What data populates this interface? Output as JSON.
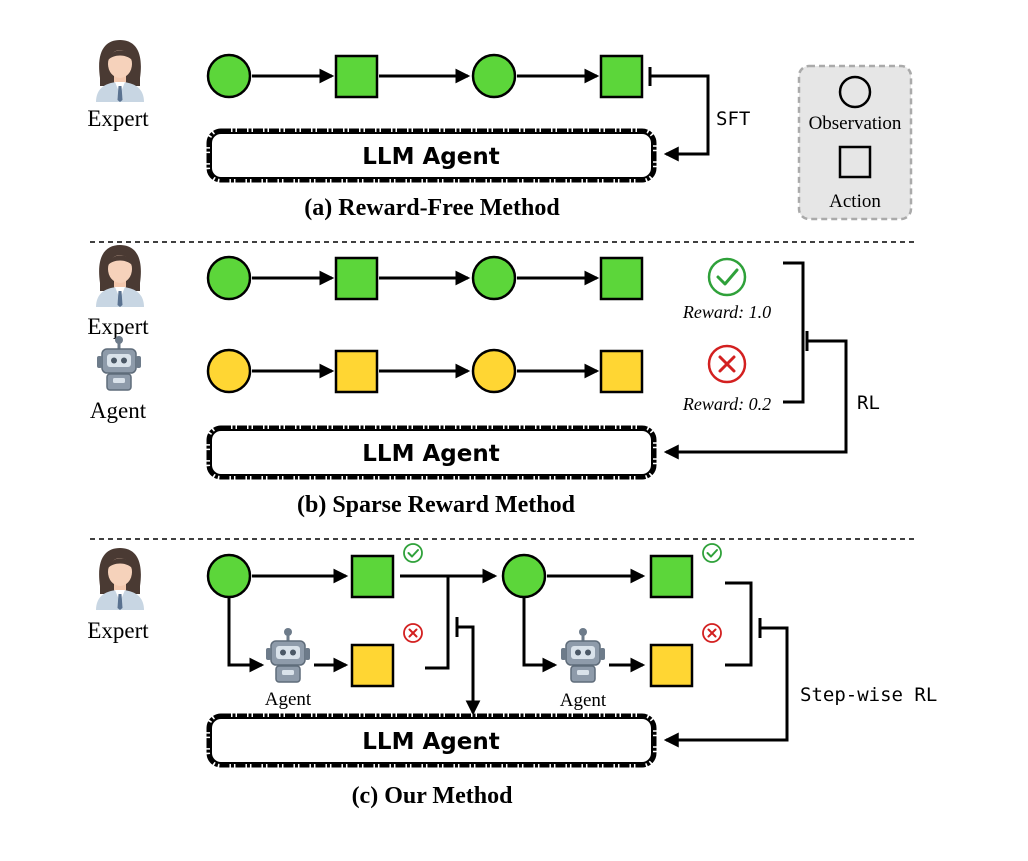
{
  "colors": {
    "green": "#5cd63a",
    "yellow": "#ffd633",
    "ok": "#2fa13a",
    "bad": "#d32020",
    "stroke": "#000000",
    "legend_bg": "#e6e6e6"
  },
  "legend": {
    "observation": "Observation",
    "action": "Action"
  },
  "section_a": {
    "role": "Expert",
    "agent_box": "LLM Agent",
    "edge_label": "SFT",
    "caption": "(a) Reward-Free Method"
  },
  "section_b": {
    "role_expert": "Expert",
    "role_agent": "Agent",
    "reward_good": "Reward: 1.0",
    "reward_bad": "Reward: 0.2",
    "edge_label": "RL",
    "agent_box": "LLM Agent",
    "caption": "(b) Sparse Reward Method"
  },
  "section_c": {
    "role": "Expert",
    "agent_label_1": "Agent",
    "agent_label_2": "Agent",
    "edge_label": "Step-wise RL",
    "agent_box": "LLM Agent",
    "caption": "(c) Our Method"
  },
  "icons": [
    "person-icon",
    "robot-icon",
    "check-icon",
    "cross-icon"
  ]
}
